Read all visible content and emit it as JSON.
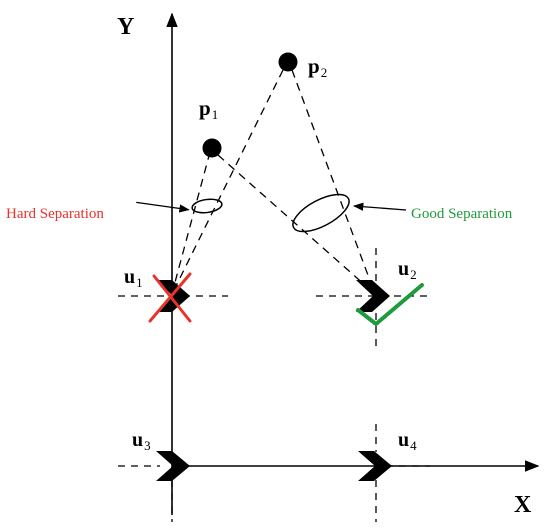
{
  "axes": {
    "x_label": "X",
    "y_label": "Y"
  },
  "points": [
    {
      "main": "p",
      "sub": "1"
    },
    {
      "main": "p",
      "sub": "2"
    }
  ],
  "users": [
    {
      "main": "u",
      "sub": "1"
    },
    {
      "main": "u",
      "sub": "2"
    },
    {
      "main": "u",
      "sub": "3"
    },
    {
      "main": "u",
      "sub": "4"
    }
  ],
  "annotations": {
    "hard_separation": "Hard Separation",
    "good_separation": "Good Separation"
  },
  "colors": {
    "hard": "#e8322b",
    "good": "#1f9a3c",
    "ink": "#000000"
  },
  "icons": {
    "cross": "x-mark-icon",
    "check": "check-mark-icon",
    "user_marker": "chevron-right-icon"
  }
}
